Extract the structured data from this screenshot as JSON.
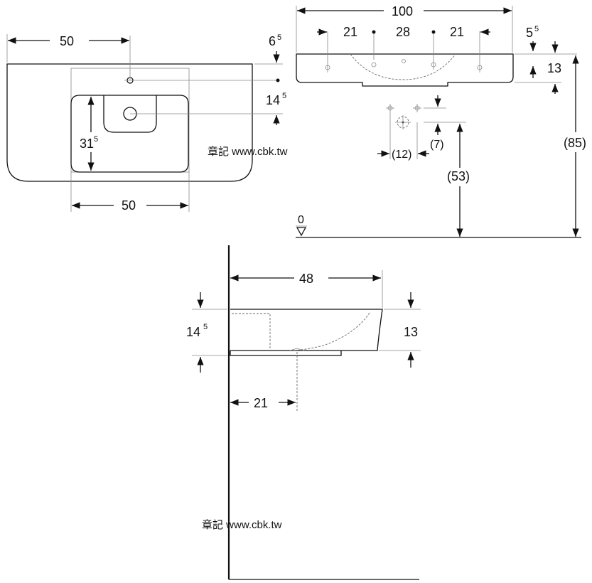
{
  "top_view": {
    "width_label": "50",
    "offset_label": "6",
    "offset_sup": "5",
    "height_label": "14",
    "height_sup": "5",
    "depth_label": "31",
    "depth_sup": "5",
    "bowl_width_label": "50",
    "watermark": "章記 www.cbk.tw"
  },
  "front_view": {
    "total_width_label": "100",
    "hole_spacing_left": "21",
    "hole_spacing_mid": "28",
    "hole_spacing_right": "21",
    "rim_label": "5",
    "rim_sup": "5",
    "basin_height_label": "13",
    "install_height_label": "(85)",
    "outlet_offset_label": "(12)",
    "outlet_drop_label": "(7)",
    "outlet_height_label": "(53)",
    "floor_label": "0"
  },
  "side_view": {
    "depth_label": "48",
    "height_label": "14",
    "height_sup": "5",
    "basin_height_label": "13",
    "drain_offset_label": "21",
    "watermark": "章記 www.cbk.tw"
  }
}
